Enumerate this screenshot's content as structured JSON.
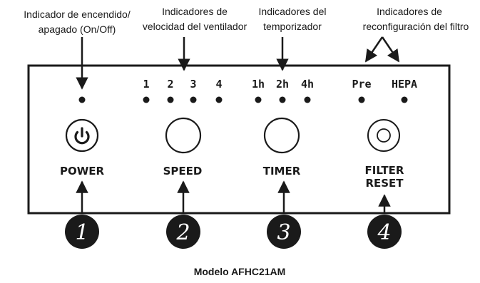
{
  "callouts": {
    "power_indicator": [
      "Indicador de encendido/",
      "apagado (On/Off)"
    ],
    "fan_speed_indicators": [
      "Indicadores de",
      "velocidad del ventilador"
    ],
    "timer_indicators": [
      "Indicadores del",
      "temporizador"
    ],
    "filter_reset_indicators": [
      "Indicadores de",
      "reconfiguración del filtro"
    ]
  },
  "speed_levels": [
    "1",
    "2",
    "3",
    "4"
  ],
  "timer_levels": [
    "1h",
    "2h",
    "4h"
  ],
  "filter_types": [
    "Pre",
    "HEPA"
  ],
  "buttons": {
    "power": "POWER",
    "speed": "SPEED",
    "timer": "TIMER",
    "filter_reset": [
      "FILTER",
      "RESET"
    ]
  },
  "badges": [
    "1",
    "2",
    "3",
    "4"
  ],
  "model": "Modelo AFHC21AM",
  "colors": {
    "ink": "#1a1a1a",
    "background": "#ffffff"
  },
  "icons": {
    "power_button_symbol": "power-icon"
  }
}
